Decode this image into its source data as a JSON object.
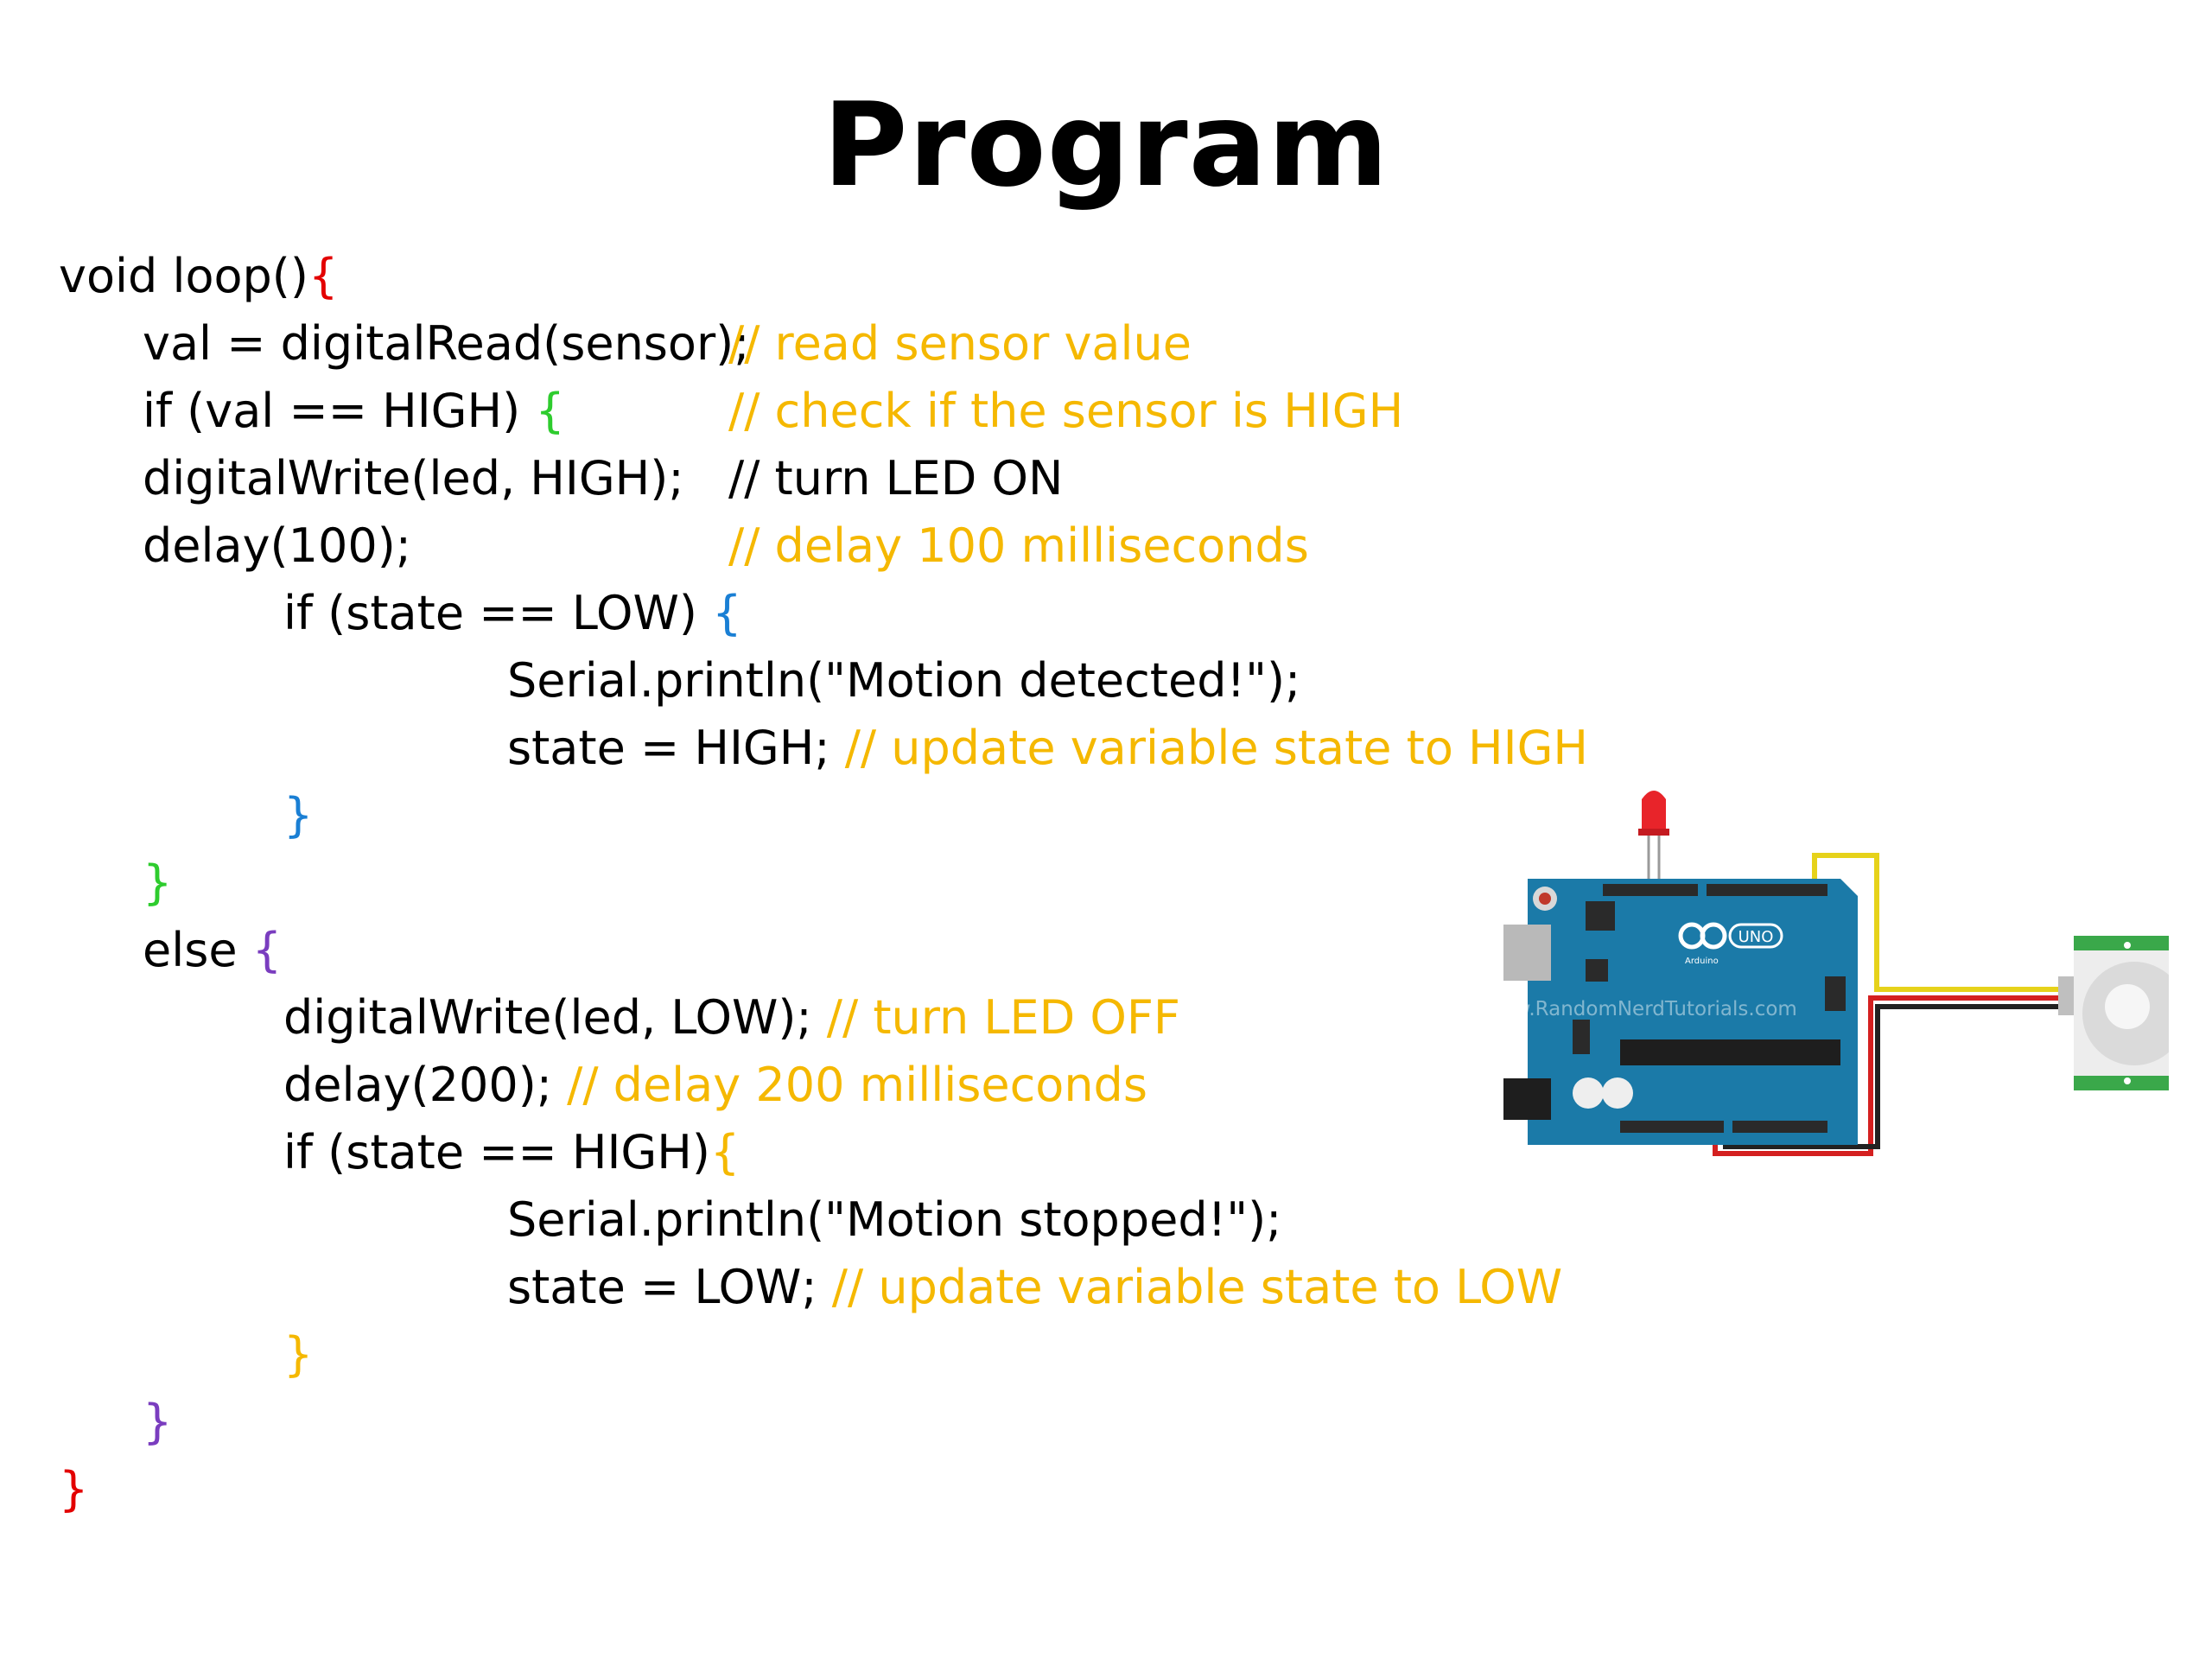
{
  "title": "Program",
  "code": {
    "l01_code": "void loop()",
    "l01_brace": "{",
    "l02_code": "val = digitalRead(sensor); ",
    "l02_comment": "// read sensor value",
    "l03_code": "if (val == HIGH) ",
    "l03_brace": "{",
    "l03_comment": "// check if the sensor is HIGH",
    "l04_code": "digitalWrite(led, HIGH);",
    "l04_comment": "// turn LED ON",
    "l05_code": "delay(100);",
    "l05_comment": "// delay 100 milliseconds",
    "l06_code": "if (state == LOW) ",
    "l06_brace": "{",
    "l07_code": "Serial.println(\"Motion detected!\");",
    "l08_code": "state = HIGH; ",
    "l08_comment": "// update variable state to HIGH",
    "l09_brace": "}",
    "l10_brace": "}",
    "l11_code": "else ",
    "l11_brace": "{",
    "l12_code": "digitalWrite(led, LOW); ",
    "l12_comment": "// turn LED OFF",
    "l13_code": "delay(200); ",
    "l13_comment": "// delay 200 milliseconds",
    "l14_code": "if (state == HIGH)",
    "l14_brace": "{",
    "l15_code": "Serial.println(\"Motion stopped!\");",
    "l16_code": "state = LOW; ",
    "l16_comment": "// update variable state to LOW",
    "l17_brace": "}",
    "l18_brace": "}",
    "l19_brace": "}"
  },
  "figure": {
    "watermark": "www.RandomNerdTutorials.com",
    "board_logo": "UNO",
    "board_brand": "Arduino",
    "board_color": "#1b7aa8",
    "led_color": "#e8242a",
    "sensor_color": "#3aa84a",
    "wire_colors": [
      "#e6d21a",
      "#d42020",
      "#222222"
    ]
  },
  "colors": {
    "comment": "#f5b800",
    "brace_outer": "#e30000",
    "brace_if": "#2ecc2e",
    "brace_inner_if": "#1a7fd4",
    "brace_else": "#7a3dbf"
  }
}
